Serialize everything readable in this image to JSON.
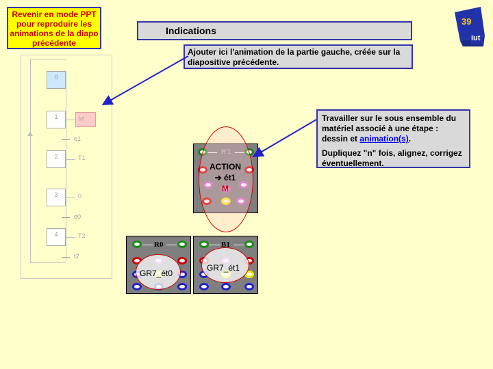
{
  "notes": {
    "revenir": "Revenir en mode PPT pour reproduire les animations de la diapo précédente",
    "indications": "Indications",
    "animation": "Ajouter ici l'animation de la partie gauche, créée sur la diapositive précédente.",
    "travail_1": "Travailler sur le sous ensemble du matériel associé à une étape : dessin et ",
    "travail_link": "animation(s)",
    "travail_2": ".",
    "travail_3": "Dupliquez \"n\" fois, alignez, corrigez éventuellement."
  },
  "logo": {
    "number": "39",
    "text": "iut"
  },
  "grafcet": {
    "steps": [
      "0",
      "1",
      "2",
      "3",
      "4"
    ],
    "actions": [
      "M",
      "T1",
      "0",
      "T2"
    ],
    "transitions": [
      "e1",
      "e0",
      "t2"
    ]
  },
  "panels": {
    "r1_label": "R'1",
    "action_label": "ACTION",
    "action_target": "➔ ét1",
    "action_m": "M",
    "r0_label": "R0",
    "b1_label": "B1",
    "caption_left": "GR7_ét0",
    "caption_right": "GR7_ét1"
  },
  "colors": {
    "note_yellow": "#ffff00",
    "note_grey": "#d9d9d9",
    "border_blue": "#3333aa",
    "background": "#ffffcc",
    "arrow_blue": "#2222cc"
  }
}
